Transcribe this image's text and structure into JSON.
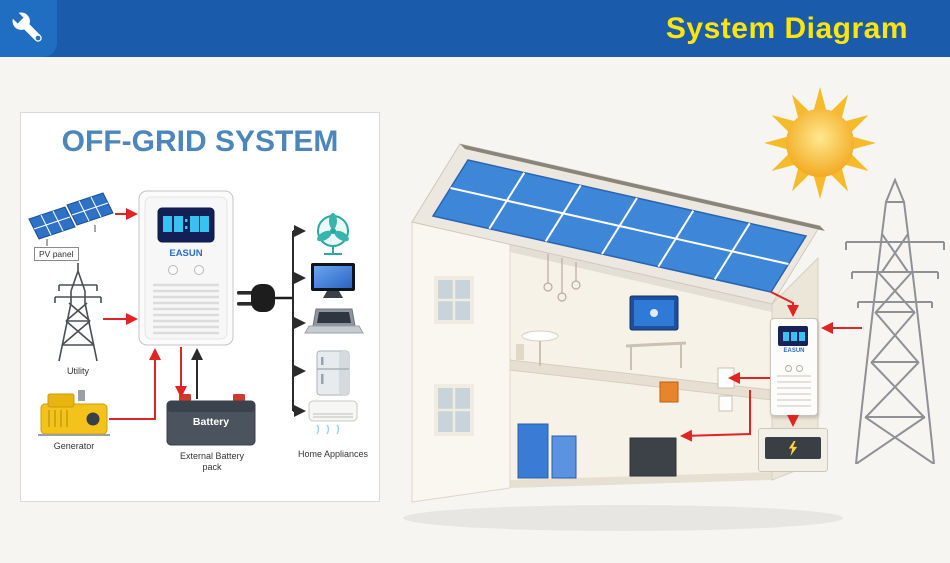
{
  "header": {
    "title": "System Diagram"
  },
  "card": {
    "title": "OFF-GRID SYSTEM",
    "labels": {
      "pv": "PV panel",
      "utility": "Utility",
      "generator": "Generator",
      "battery": "Battery",
      "battery_pack": "External Battery pack",
      "appliances": "Home Appliances"
    },
    "inverter_brand": "EASUN"
  },
  "scene": {
    "inverter_brand": "EASUN"
  },
  "icons": {
    "header_icon": "wrench-icon",
    "scene_icons": [
      "sun-icon",
      "power-tower-icon",
      "house-illustration",
      "wall-inverter",
      "wall-battery"
    ],
    "appliance_icons": [
      "fan-icon",
      "tv-icon",
      "laptop-icon",
      "fridge-icon",
      "air-conditioner-icon"
    ]
  },
  "colors": {
    "header_bg": "#1a5cab",
    "header_tile": "#1f6ec2",
    "title_yellow": "#ffe50a",
    "card_title_blue": "#4c86bb",
    "wire_red": "#e02424",
    "panel_blue": "#3e86d8",
    "sun_yellow": "#f6bb2b",
    "generator_yellow": "#f3c21b"
  }
}
